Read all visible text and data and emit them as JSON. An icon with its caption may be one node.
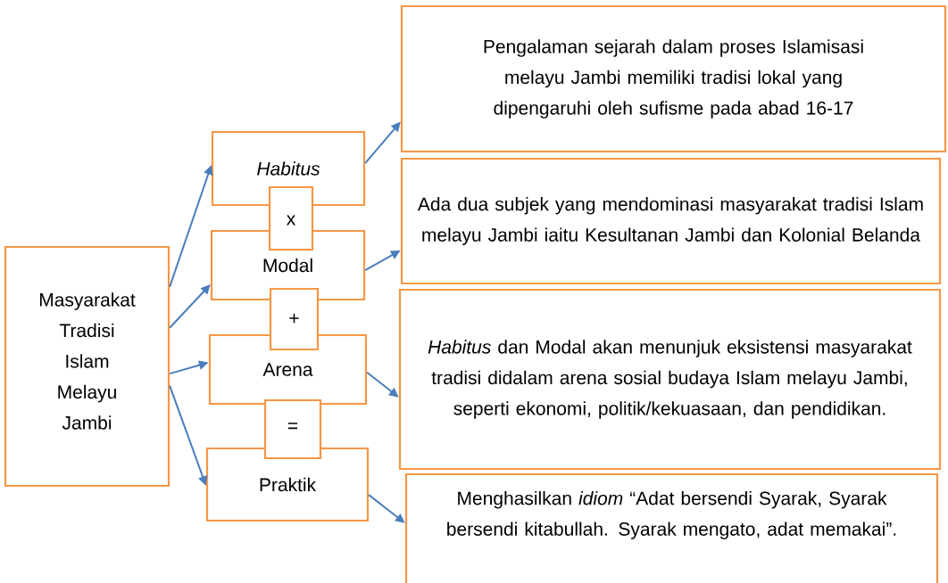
{
  "diagram": {
    "nodes": [
      {
        "text": [
          "Masyarakat Tradisi Islam Melayu Jambi"
        ]
      },
      {
        "text": [
          "Habitus"
        ]
      },
      {
        "text": [
          "x"
        ]
      },
      {
        "text": [
          "Modal"
        ]
      },
      {
        "text": [
          "+"
        ]
      },
      {
        "text": [
          "Arena"
        ]
      },
      {
        "text": [
          "="
        ]
      },
      {
        "text": [
          "Praktik"
        ]
      },
      {
        "text": [
          "Pengalaman sejarah dalam proses Islamisasi melayu Jambi memiliki tradisi lokal yang dipengaruhi oleh sufisme pada abad 16-17"
        ]
      },
      {
        "text": [
          "Ada dua subjek yang mendominasi masyarakat tradisi Islam melayu Jambi iaitu Kesultanan Jambi dan Kolonial Belanda"
        ]
      },
      {
        "text": [
          "*Habitus* dan Modal akan menunjuk eksistensi masyarakat tradisi didalam arena sosial budaya Islam melayu Jambi, seperti ekonomi, politik/kekuasaan, dan pendidikan."
        ]
      },
      {
        "text": [
          "Menghasilkan *idiom* “Adat bersendi Syarak, Syarak bersendi kitabullah. Syarak mengato, adat memakai”."
        ]
      }
    ],
    "edges": [
      {
        "from": 0,
        "to": 1,
        "arrow": "to"
      },
      {
        "from": 0,
        "to": 3,
        "arrow": "to"
      },
      {
        "from": 0,
        "to": 5,
        "arrow": "to"
      },
      {
        "from": 0,
        "to": 7,
        "arrow": "to"
      },
      {
        "from": 1,
        "to": 8,
        "arrow": "to"
      },
      {
        "from": 3,
        "to": 9,
        "arrow": "to"
      },
      {
        "from": 5,
        "to": 10,
        "arrow": "to"
      },
      {
        "from": 7,
        "to": 11,
        "arrow": "to"
      }
    ]
  }
}
